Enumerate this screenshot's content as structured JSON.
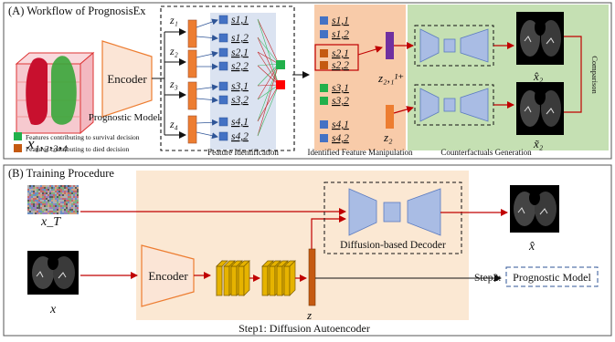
{
  "panel_a": {
    "title": "(A) Workflow of PrognosisEx",
    "input_label": "x₁,₂,₃,₄",
    "encoder_label": "Encoder",
    "model_label": "Prognostic Model",
    "z_labels": [
      "z₁",
      "z₂",
      "z₃",
      "z₄"
    ],
    "features": [
      [
        "s1,1",
        "s1,2"
      ],
      [
        "s2,1",
        "s2,2"
      ],
      [
        "s3,1",
        "s3,2"
      ],
      [
        "s4,1",
        "s4,2"
      ]
    ],
    "legend": [
      {
        "label": "Features contributing to survival decision",
        "color": "#22b04b"
      },
      {
        "label": "Features contributing to died decision",
        "color": "#d62020"
      }
    ],
    "section_labels": {
      "identification": "Feature Identification",
      "manipulation": "Identified Feature Manipulation",
      "generation": "Counterfactuals Generation"
    },
    "z_manip_label": "z₂,₁¹⁺",
    "z2_label": "z₂",
    "xhat2_label": "x̂₂",
    "xtilde2_label": "x̃₂",
    "comparison_label": "Comparison"
  },
  "panel_b": {
    "title": "(B) Training Procedure",
    "xT_label": "x_T",
    "x_label": "x",
    "encoder_label": "Encoder",
    "z_label": "z",
    "decoder_label": "Diffusion-based Decoder",
    "xhat_label": "x̂",
    "step1_label": "Step1: Diffusion Autoencoder",
    "step2_label": "Step2:",
    "prognostic_label": "Prognostic Model"
  },
  "colors": {
    "feature_blue": "#4472c4",
    "z_orange": "#ed7d31",
    "z_purple": "#7030a0",
    "encoder_fill": "#fbe5d6",
    "decoder_blue": "#a9bce4",
    "identification_bg": "#dbe3f1",
    "manipulation_bg": "#f8cba9",
    "generation_bg": "#c5e0b3",
    "panel_b_bg": "#fbe8d3",
    "arrow_red": "#c00000",
    "conv_yellow": "#e6b300"
  }
}
